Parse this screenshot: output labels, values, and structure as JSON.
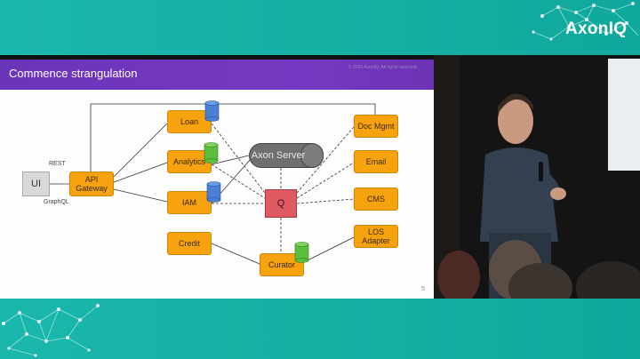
{
  "brand": {
    "name": "AxonIQ"
  },
  "slide": {
    "title": "Commence strangulation",
    "copyright": "© 2020 AxonIQ. All rights reserved.",
    "page_number": "5"
  },
  "diagram": {
    "nodes": {
      "ui": "UI",
      "api_gateway": "API Gateway",
      "loan": "Loan",
      "analytics": "Analytics",
      "iam": "IAM",
      "credit": "Credit",
      "curator": "Curator",
      "axon_server": "Axon Server",
      "q": "Q",
      "doc_mgmt": "Doc Mgmt",
      "email": "Email",
      "cms": "CMS",
      "los_adapter": "LOS Adapter"
    },
    "edge_labels": {
      "rest": "REST",
      "graphql": "GraphQL"
    },
    "colors": {
      "service": "#f7a20f",
      "queue": "#e05a63",
      "db_blue": "#4a7fd6",
      "db_green": "#5cbf3c",
      "axon_server": "#6f6f6f"
    }
  }
}
